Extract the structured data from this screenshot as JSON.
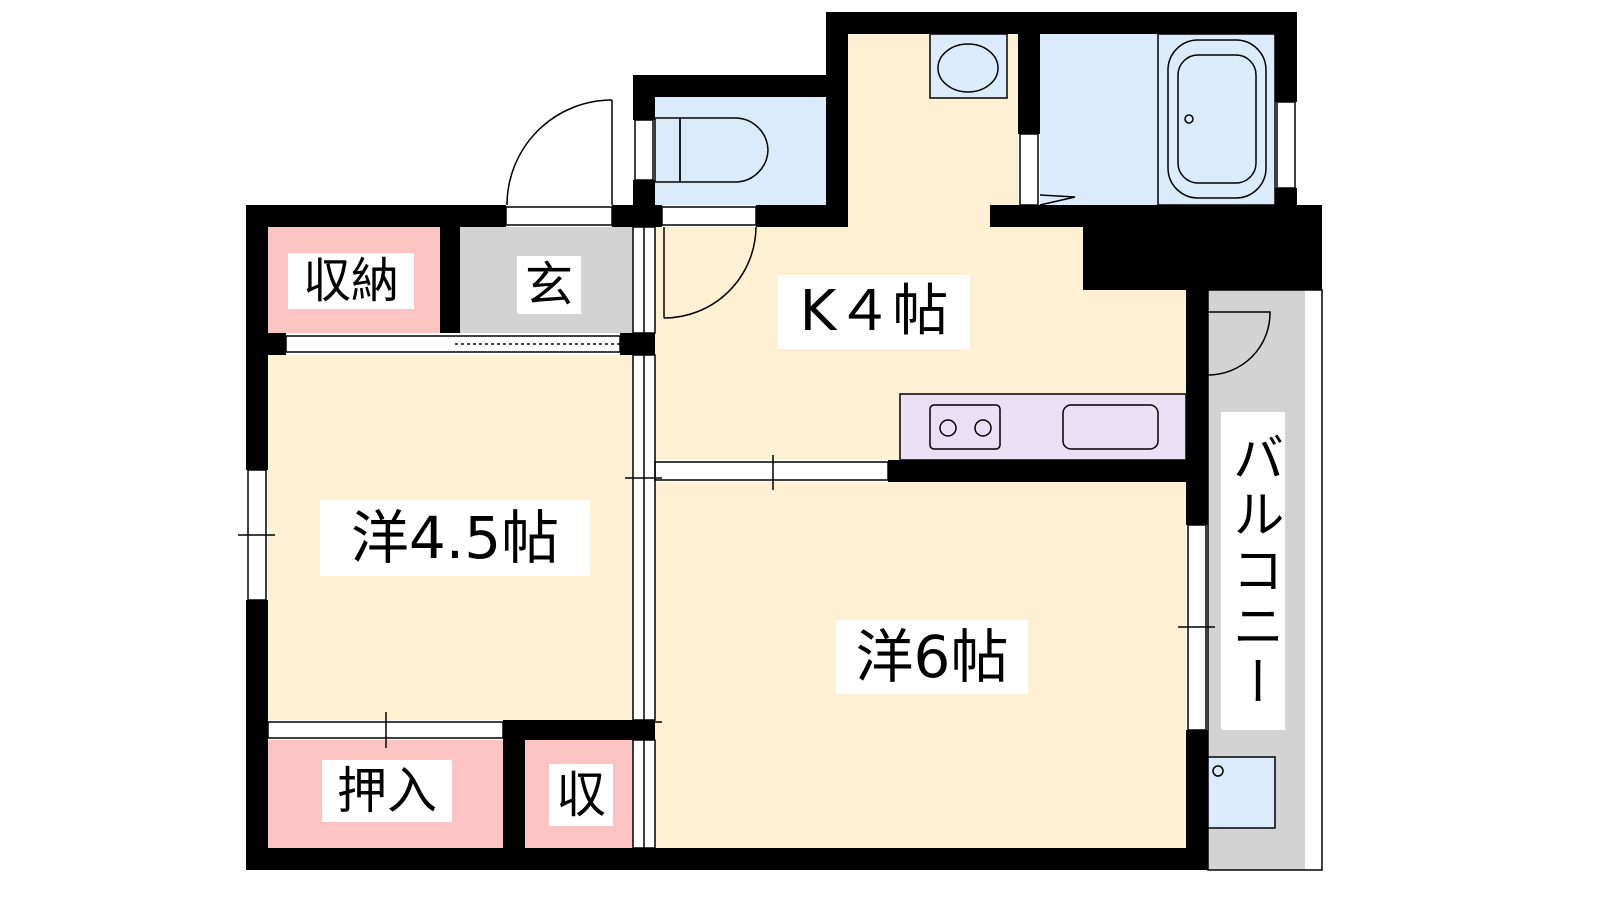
{
  "rooms": {
    "storage_main": "収納",
    "entrance": "玄",
    "kitchen": "K４帖",
    "western_45": "洋4.5帖",
    "western_6": "洋6帖",
    "closet": "押入",
    "storage_small": "収",
    "balcony": "バルコニー"
  },
  "colors": {
    "wall": "#000000",
    "floor": "#fdf0d3",
    "wet_area": "#dcebfb",
    "storage": "#fcc3c3",
    "entrance": "#d3d3d3",
    "counter": "#ebdff3",
    "balcony": "#d3d3d3"
  }
}
